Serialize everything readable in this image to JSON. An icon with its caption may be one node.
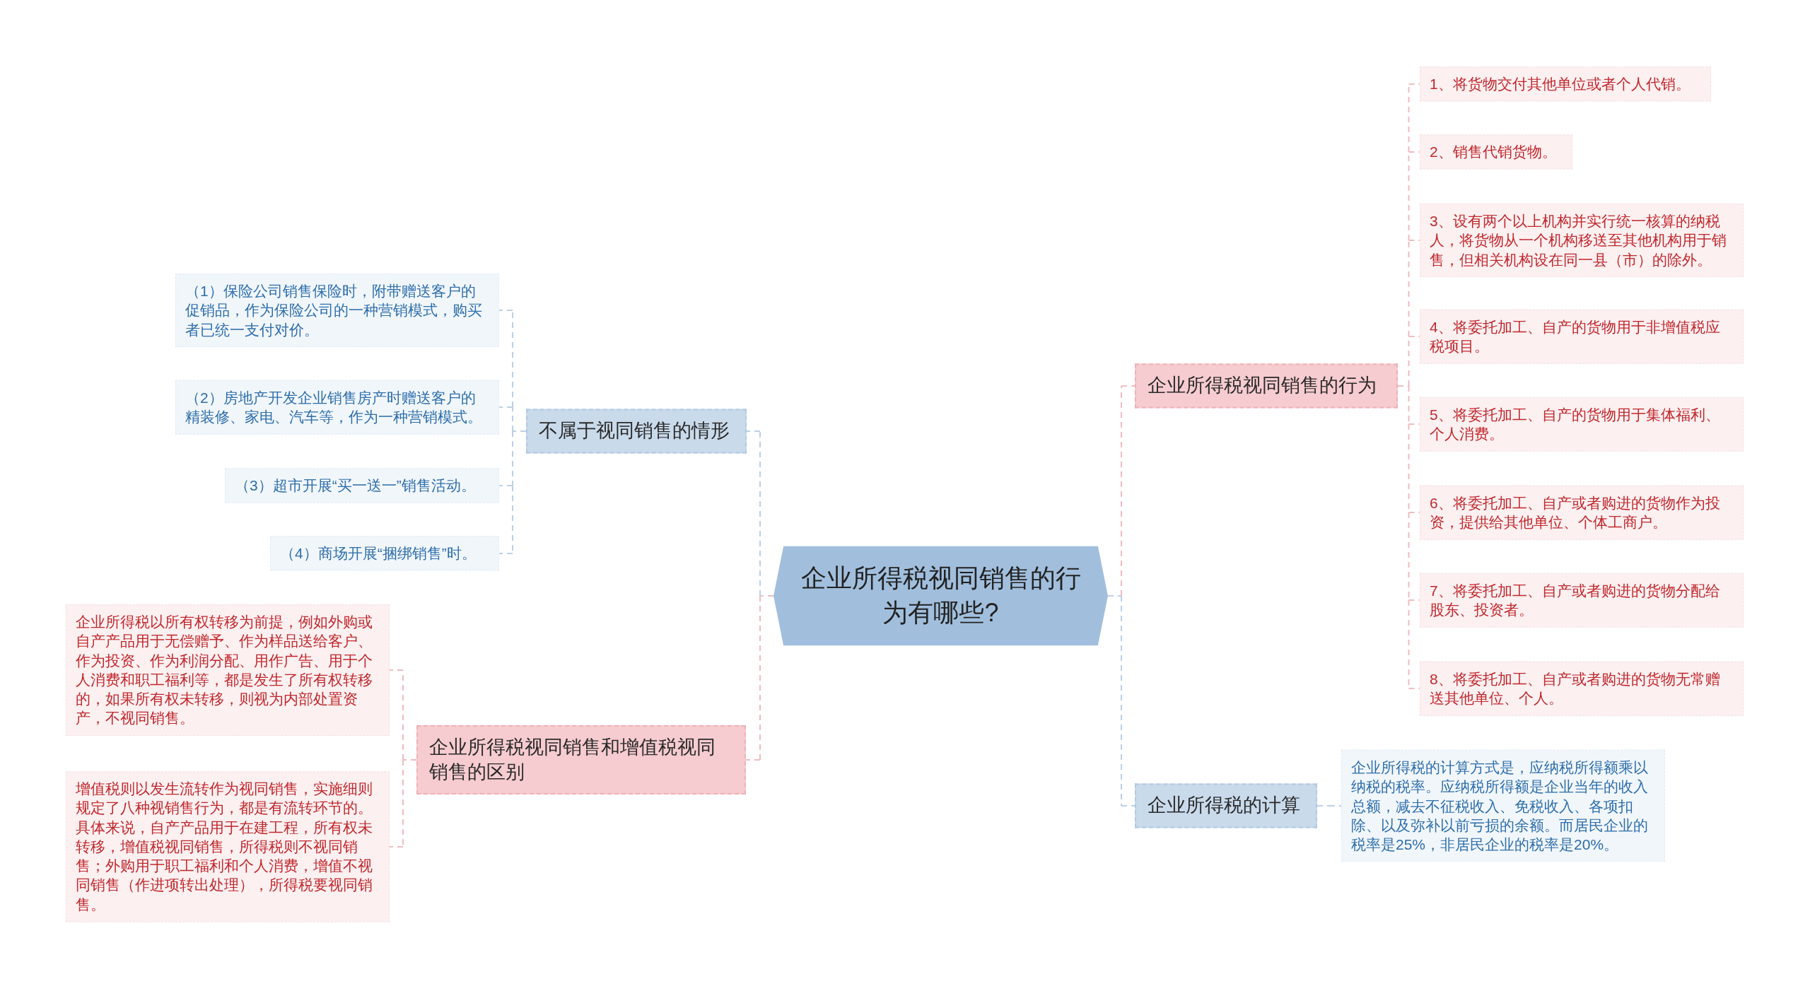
{
  "diagram": {
    "nodes": [
      {
        "text": [
          "企业所得税视同销售的行为有哪些?"
        ]
      },
      {
        "text": [
          "企业所得税视同销售的行为"
        ]
      },
      {
        "text": [
          "1、将货物交付其他单位或者个人代销。"
        ]
      },
      {
        "text": [
          "2、销售代销货物。"
        ]
      },
      {
        "text": [
          "3、设有两个以上机构并实行统一核算的纳税人，将货物从一个机构移送至其他机构用于销售，但相关机构设在同一县（市）的除外。"
        ]
      },
      {
        "text": [
          "4、将委托加工、自产的货物用于非增值税应税项目。"
        ]
      },
      {
        "text": [
          "5、将委托加工、自产的货物用于集体福利、个人消费。"
        ]
      },
      {
        "text": [
          "6、将委托加工、自产或者购进的货物作为投资，提供给其他单位、个体工商户。"
        ]
      },
      {
        "text": [
          "7、将委托加工、自产或者购进的货物分配给股东、投资者。"
        ]
      },
      {
        "text": [
          "8、将委托加工、自产或者购进的货物无常赠送其他单位、个人。"
        ]
      },
      {
        "text": [
          "企业所得税的计算"
        ]
      },
      {
        "text": [
          "企业所得税的计算方式是，应纳税所得额乘以纳税的税率。应纳税所得额是企业当年的收入总额，减去不征税收入、免税收入、各项扣除、以及弥补以前亏损的余额。而居民企业的税率是25%，非居民企业的税率是20%。"
        ]
      },
      {
        "text": [
          "不属于视同销售的情形"
        ]
      },
      {
        "text": [
          "（1）保险公司销售保险时，附带赠送客户的促销品，作为保险公司的一种营销模式，购买者已统一支付对价。"
        ]
      },
      {
        "text": [
          "（2）房地产开发企业销售房产时赠送客户的精装修、家电、汽车等，作为一种营销模式。"
        ]
      },
      {
        "text": [
          "（3）超市开展“买一送一”销售活动。"
        ]
      },
      {
        "text": [
          "（4）商场开展“捆绑销售”时。"
        ]
      },
      {
        "text": [
          "企业所得税视同销售和增值税视同销售的区别"
        ]
      },
      {
        "text": [
          "企业所得税以所有权转移为前提，例如外购或自产产品用于无偿赠予、作为样品送给客户、作为投资、作为利润分配、用作广告、用于个人消费和职工福利等，都是发生了所有权转移的，如果所有权未转移，则视为内部处置资产，不视同销售。"
        ]
      },
      {
        "text": [
          "增值税则以发生流转作为视同销售，实施细则规定了八种视销售行为，都是有流转环节的。具体来说，自产产品用于在建工程，所有权未转移，增值税视同销售，所得税则不视同销售；外购用于职工福利和个人消费，增值不视同销售（作进项转出处理），所得税要视同销售。"
        ]
      }
    ],
    "edges": [
      {
        "from": 0,
        "to": 1,
        "arrow": "none",
        "style": "dashed"
      },
      {
        "from": 1,
        "to": 2,
        "arrow": "none",
        "style": "dashed"
      },
      {
        "from": 1,
        "to": 3,
        "arrow": "none",
        "style": "dashed"
      },
      {
        "from": 1,
        "to": 4,
        "arrow": "none",
        "style": "dashed"
      },
      {
        "from": 1,
        "to": 5,
        "arrow": "none",
        "style": "dashed"
      },
      {
        "from": 1,
        "to": 6,
        "arrow": "none",
        "style": "dashed"
      },
      {
        "from": 1,
        "to": 7,
        "arrow": "none",
        "style": "dashed"
      },
      {
        "from": 1,
        "to": 8,
        "arrow": "none",
        "style": "dashed"
      },
      {
        "from": 1,
        "to": 9,
        "arrow": "none",
        "style": "dashed"
      },
      {
        "from": 0,
        "to": 10,
        "arrow": "none",
        "style": "dashed",
        "color": "#bcd0e6"
      },
      {
        "from": 10,
        "to": 11,
        "arrow": "none",
        "style": "dashed",
        "color": "#bcd0e6"
      },
      {
        "from": 0,
        "to": 12,
        "arrow": "none",
        "style": "dashed",
        "color": "#bcd0e6"
      },
      {
        "from": 12,
        "to": 13,
        "arrow": "none",
        "style": "dashed",
        "color": "#bcd0e6"
      },
      {
        "from": 12,
        "to": 14,
        "arrow": "none",
        "style": "dashed",
        "color": "#bcd0e6"
      },
      {
        "from": 12,
        "to": 15,
        "arrow": "none",
        "style": "dashed",
        "color": "#bcd0e6"
      },
      {
        "from": 12,
        "to": 16,
        "arrow": "none",
        "style": "dashed",
        "color": "#bcd0e6"
      },
      {
        "from": 0,
        "to": 17,
        "arrow": "none",
        "style": "dashed"
      },
      {
        "from": 17,
        "to": 18,
        "arrow": "none",
        "style": "dashed"
      },
      {
        "from": 17,
        "to": 19,
        "arrow": "none",
        "style": "dashed"
      }
    ]
  }
}
